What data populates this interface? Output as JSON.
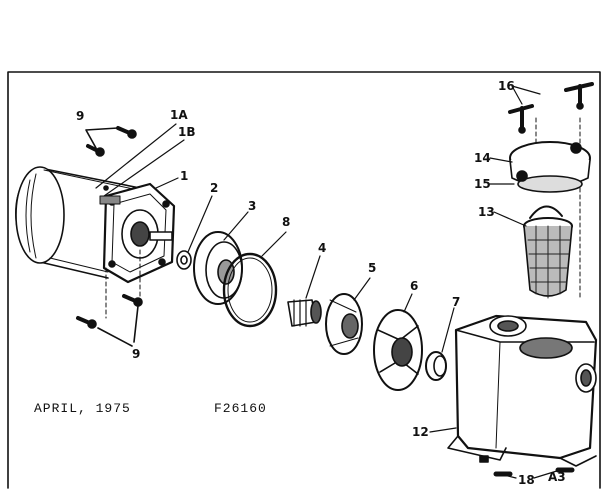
{
  "callouts": {
    "c1": "1",
    "c1a": "1A",
    "c1b": "1B",
    "c2": "2",
    "c3": "3",
    "c4": "4",
    "c5": "5",
    "c6": "6",
    "c7": "7",
    "c8": "8",
    "c9_top": "9",
    "c9_bottom": "9",
    "c12": "12",
    "c13": "13",
    "c14": "14",
    "c15": "15",
    "c16": "16",
    "c18": "18"
  },
  "captions": {
    "date": "APRIL, 1975",
    "figure": "F26160",
    "page": "A3"
  }
}
